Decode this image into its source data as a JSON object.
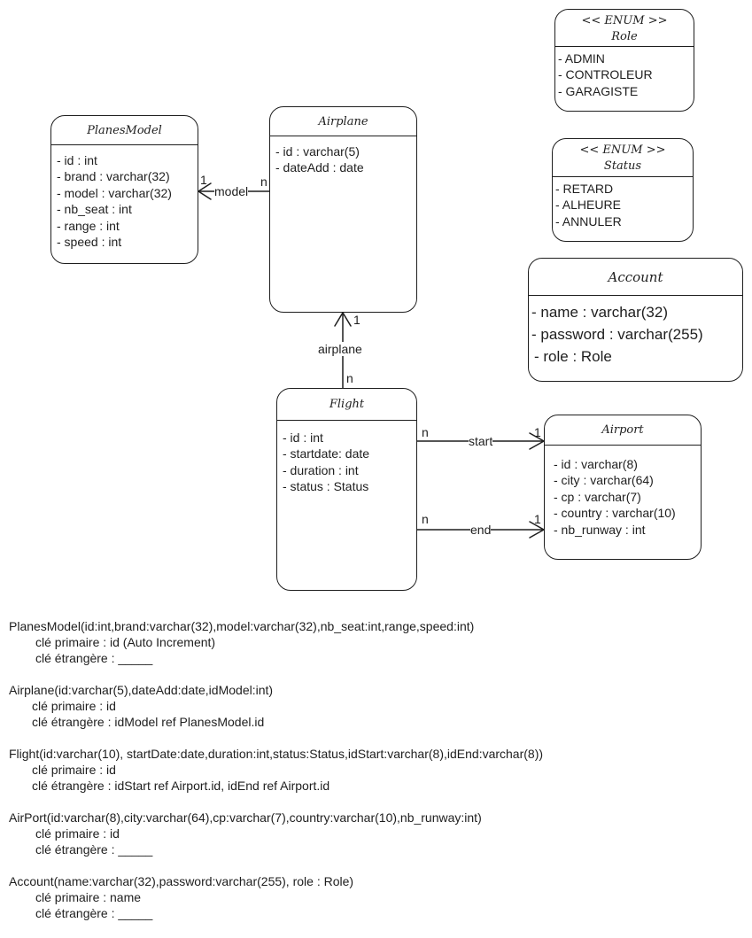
{
  "entities": {
    "planesmodel": {
      "title": "PlanesModel",
      "attrs": [
        "- id : int",
        "- brand : varchar(32)",
        "- model : varchar(32)",
        "- nb_seat : int",
        "- range : int",
        "- speed : int"
      ]
    },
    "airplane": {
      "title": "Airplane",
      "attrs": [
        "- id : varchar(5)",
        "- dateAdd : date"
      ]
    },
    "flight": {
      "title": "Flight",
      "attrs": [
        "- id : int",
        "- startdate: date",
        "- duration : int",
        "- status : Status"
      ]
    },
    "airport": {
      "title": "Airport",
      "attrs": [
        "- id : varchar(8)",
        "- city : varchar(64)",
        "- cp : varchar(7)",
        "- country : varchar(10)",
        "- nb_runway : int"
      ]
    },
    "role": {
      "stereotype": "<< ENUM >>",
      "title": "Role",
      "attrs": [
        "- ADMIN",
        "- CONTROLEUR",
        "- GARAGISTE"
      ]
    },
    "status": {
      "stereotype": "<< ENUM >>",
      "title": "Status",
      "attrs": [
        "- RETARD",
        "- ALHEURE",
        "- ANNULER"
      ]
    },
    "account": {
      "title": "Account",
      "attrs": [
        "- name : varchar(32)",
        "- password : varchar(255)",
        "- role : Role"
      ]
    }
  },
  "relations": {
    "model": {
      "label": "model",
      "from_mult": "n",
      "to_mult": "1"
    },
    "airplane": {
      "label": "airplane",
      "from_mult": "n",
      "to_mult": "1"
    },
    "start": {
      "label": "start",
      "from_mult": "n",
      "to_mult": "1"
    },
    "end": {
      "label": "end",
      "from_mult": "n",
      "to_mult": "1"
    }
  },
  "schema": [
    {
      "sig": "PlanesModel(id:int,brand:varchar(32),model:varchar(32),nb_seat:int,range,speed:int)",
      "pk": "clé primaire : id (Auto Increment)",
      "fk": "clé étrangère : _____"
    },
    {
      "sig": "Airplane(id:varchar(5),dateAdd:date,idModel:int)",
      "pk": "clé primaire : id",
      "fk": "clé étrangère : idModel ref PlanesModel.id"
    },
    {
      "sig": "Flight(id:varchar(10), startDate:date,duration:int,status:Status,idStart:varchar(8),idEnd:varchar(8))",
      "pk": "clé primaire : id",
      "fk": "clé étrangère : idStart ref Airport.id, idEnd ref Airport.id"
    },
    {
      "sig": "AirPort(id:varchar(8),city:varchar(64),cp:varchar(7),country:varchar(10),nb_runway:int)",
      "pk": "clé primaire : id",
      "fk": "clé étrangère : _____"
    },
    {
      "sig": "Account(name:varchar(32),password:varchar(255), role : Role)",
      "pk": "clé primaire : name",
      "fk": "clé étrangère : _____"
    }
  ]
}
